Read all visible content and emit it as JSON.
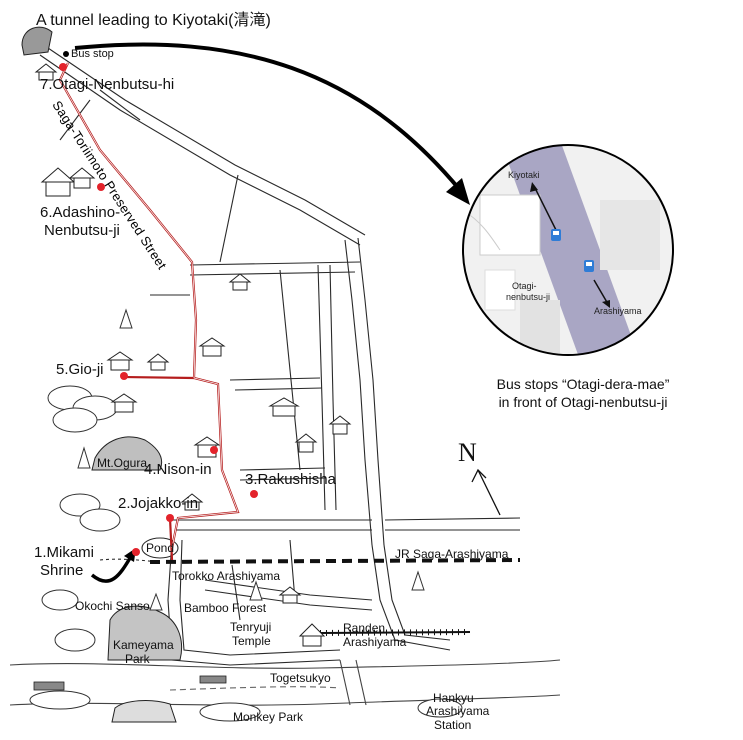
{
  "title": "A tunnel leading to Kiyotaki(清滝)",
  "route_color": "#b51d1d",
  "stop_color": "#e3232b",
  "street_label": "Saga-Toriimoto Preserved Street",
  "stops": [
    {
      "num": "1.",
      "name": "Mikami",
      "name2": "Shrine"
    },
    {
      "num": "2.",
      "name": "Jojakko-in"
    },
    {
      "num": "3.",
      "name": "Rakushisha"
    },
    {
      "num": "4.",
      "name": "Nison-in"
    },
    {
      "num": "5.",
      "name": "Gio-ji"
    },
    {
      "num": "6.",
      "name": "Adashino-",
      "name2": "Nenbutsu-ji"
    },
    {
      "num": "7.",
      "name": "Otagi-Nenbutsu-hi"
    }
  ],
  "landmarks": {
    "bus_stop": "Bus stop",
    "mt_ogura": "Mt.Ogura",
    "pond": "Pond",
    "torokko": "Torokko Arashiyama",
    "jr": "JR Saga-Arashiyama",
    "okochi": "Okochi Sanso",
    "bamboo": "Bamboo Forest",
    "tenryuji": "Tenryuji",
    "temple": "Temple",
    "randen": "Randen",
    "randen2": "Arashiyama",
    "kameyama": "Kameyama",
    "park": "Park",
    "togetsukyo": "Togetsukyo",
    "hankyu": "Hankyu",
    "hankyu2": "Arashiyama",
    "station": "Station",
    "monkey_park": "Monkey Park"
  },
  "compass": "N",
  "inset": {
    "kiyotaki": "Kiyotaki",
    "otagi1": "Otagi-",
    "otagi2": "nenbutsu-ji",
    "arashiyama": "Arashiyama",
    "road_color": "#a9a6c4",
    "bus_icon_color": "#2f7cd6"
  },
  "caption": {
    "line1": "Bus stops “Otagi-dera-mae”",
    "line2": "in front of Otagi-nenbutsu-ji"
  }
}
